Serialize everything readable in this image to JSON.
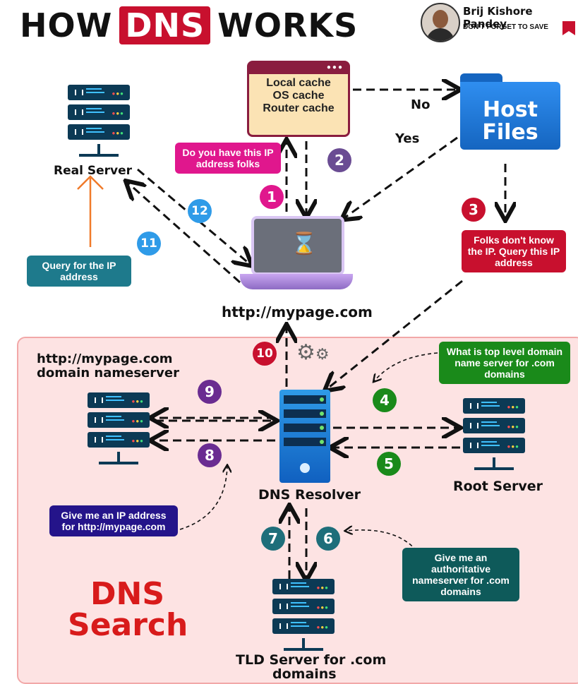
{
  "header": {
    "title_how": "HOW",
    "title_dns": "DNS",
    "title_works": "WORKS",
    "author_name": "Brij Kishore Pandey",
    "author_tagline": "DON'T FORGET TO SAVE"
  },
  "cache_box": {
    "line1": "Local cache",
    "line2": "OS cache",
    "line3": "Router cache"
  },
  "host_files": {
    "line1": "Host",
    "line2": "Files"
  },
  "edge_labels": {
    "no": "No",
    "yes": "Yes"
  },
  "callouts": {
    "ask_folks": "Do you have this IP address folks",
    "folks_dont_know": "Folks don't know the IP. Query this IP address",
    "query_ip": "Query for the IP address",
    "top_level": "What is top level domain name server for .com domains",
    "give_ip": "Give me an IP address for http://mypage.com",
    "give_auth": "Give me an authoritative nameserver for .com domains"
  },
  "nodes": {
    "real_server": "Real Server",
    "browser_url": "http://mypage.com",
    "domain_ns_line1": "http://mypage.com",
    "domain_ns_line2": "domain nameserver",
    "dns_resolver": "DNS Resolver",
    "root_server": "Root Server",
    "tld_line1": "TLD Server for .com",
    "tld_line2": "domains"
  },
  "zone_label": {
    "line1": "DNS",
    "line2": "Search"
  },
  "steps": [
    "1",
    "2",
    "3",
    "4",
    "5",
    "6",
    "7",
    "8",
    "9",
    "10",
    "11",
    "12"
  ],
  "colors": {
    "brand_red": "#c8102e",
    "magenta": "#e0178d",
    "purple_dark": "#6a2c91",
    "green": "#1a8a1a",
    "teal": "#1e6e7a",
    "blue": "#2f9be8",
    "navy": "#24148a",
    "search_bg": "#fde3e3"
  }
}
